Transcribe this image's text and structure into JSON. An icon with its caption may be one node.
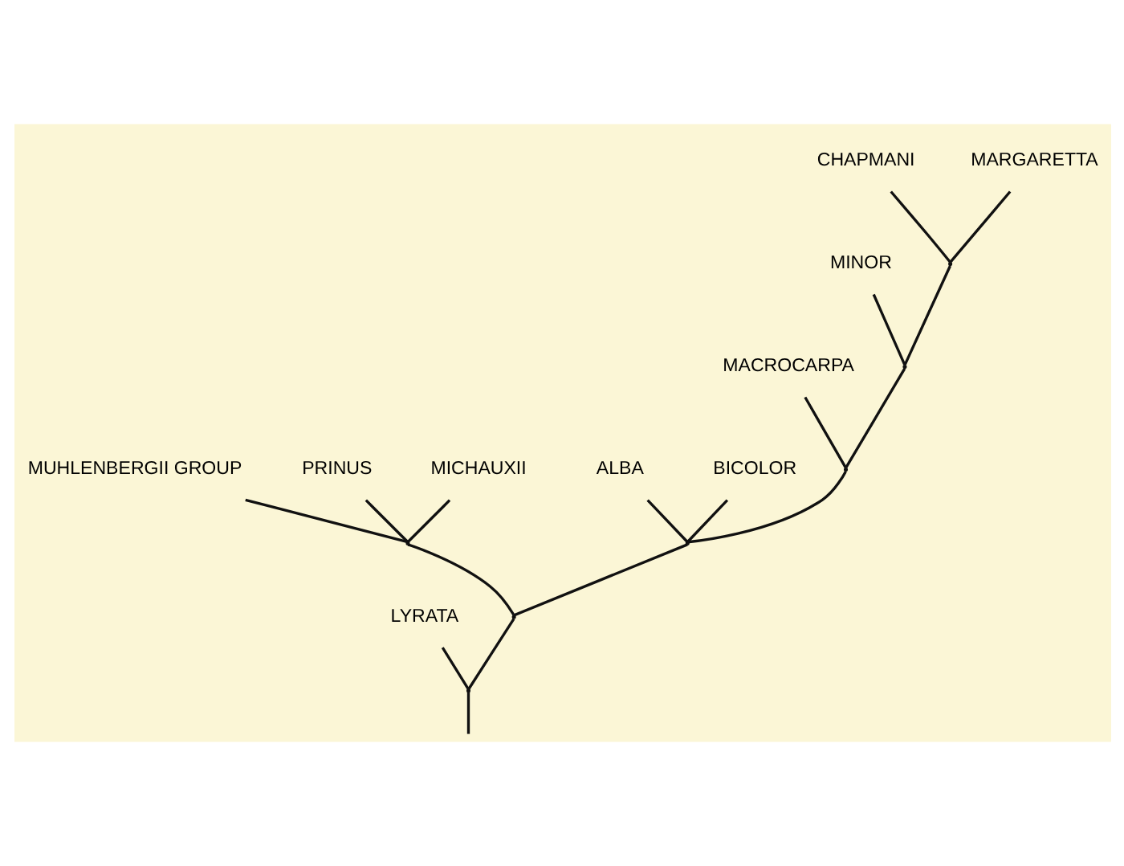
{
  "diagram": {
    "nodes": [
      {
        "text": [
          "MUHLENBERGII GROUP"
        ]
      },
      {
        "text": [
          "PRINUS"
        ]
      },
      {
        "text": [
          "MICHAUXII"
        ]
      },
      {
        "text": [
          "CHAPMANI"
        ]
      },
      {
        "text": [
          "MARGARETTA"
        ]
      },
      {
        "text": [
          "MINOR"
        ]
      },
      {
        "text": [
          "ALBA"
        ]
      },
      {
        "text": [
          "MACROCARPA"
        ]
      },
      {
        "text": [
          "BICOLOR"
        ]
      },
      {
        "text": [
          "LYRATA"
        ]
      },
      {
        "text": [],
        "shape": "point"
      },
      {
        "text": [],
        "shape": "point"
      },
      {
        "text": [],
        "shape": "point"
      },
      {
        "text": [],
        "shape": "point"
      },
      {
        "text": [],
        "shape": "point"
      },
      {
        "text": [],
        "shape": "point"
      },
      {
        "text": [],
        "shape": "point"
      }
    ],
    "edges": [
      {
        "from": 10,
        "to": 0,
        "arrow": "none"
      },
      {
        "from": 10,
        "to": 1,
        "arrow": "none"
      },
      {
        "from": 10,
        "to": 2,
        "arrow": "none"
      },
      {
        "from": 15,
        "to": 10,
        "arrow": "none"
      },
      {
        "from": 11,
        "to": 4,
        "arrow": "none"
      },
      {
        "from": 11,
        "to": 3,
        "arrow": "none"
      },
      {
        "from": 12,
        "to": 11,
        "arrow": "none"
      },
      {
        "from": 12,
        "to": 5,
        "arrow": "none"
      },
      {
        "from": 13,
        "to": 12,
        "arrow": "none"
      },
      {
        "from": 13,
        "to": 7,
        "arrow": "none"
      },
      {
        "from": 14,
        "to": 13,
        "arrow": "none"
      },
      {
        "from": 14,
        "to": 6,
        "arrow": "none"
      },
      {
        "from": 14,
        "to": 8,
        "arrow": "none"
      },
      {
        "from": 15,
        "to": 14,
        "arrow": "none"
      },
      {
        "from": 16,
        "to": 15,
        "arrow": "none"
      },
      {
        "from": 16,
        "to": 9,
        "arrow": "none"
      },
      {
        "from": null,
        "to": 16,
        "arrow": "none"
      }
    ]
  }
}
